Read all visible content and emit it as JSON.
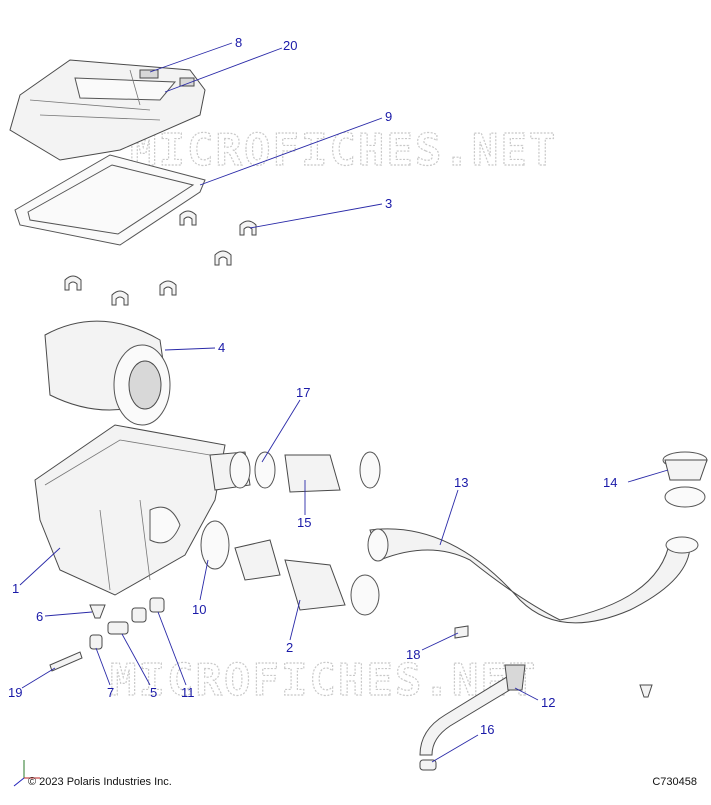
{
  "diagram": {
    "callouts": [
      {
        "id": "c8",
        "label": "8"
      },
      {
        "id": "c20",
        "label": "20"
      },
      {
        "id": "c9",
        "label": "9"
      },
      {
        "id": "c3",
        "label": "3"
      },
      {
        "id": "c4",
        "label": "4"
      },
      {
        "id": "c17",
        "label": "17"
      },
      {
        "id": "c13",
        "label": "13"
      },
      {
        "id": "c14",
        "label": "14"
      },
      {
        "id": "c15",
        "label": "15"
      },
      {
        "id": "c1",
        "label": "1"
      },
      {
        "id": "c10",
        "label": "10"
      },
      {
        "id": "c6",
        "label": "6"
      },
      {
        "id": "c2",
        "label": "2"
      },
      {
        "id": "c18",
        "label": "18"
      },
      {
        "id": "c19",
        "label": "19"
      },
      {
        "id": "c7",
        "label": "7"
      },
      {
        "id": "c5",
        "label": "5"
      },
      {
        "id": "c11",
        "label": "11"
      },
      {
        "id": "c12",
        "label": "12"
      },
      {
        "id": "c16",
        "label": "16"
      }
    ],
    "watermark_text": "MICROFICHES.NET",
    "copyright": "© 2023 Polaris Industries Inc.",
    "figure_id": "C730458",
    "colors": {
      "callout": "#1a1aa8",
      "leader": "#2a2aa8",
      "watermark": "#c9c9c9"
    }
  }
}
